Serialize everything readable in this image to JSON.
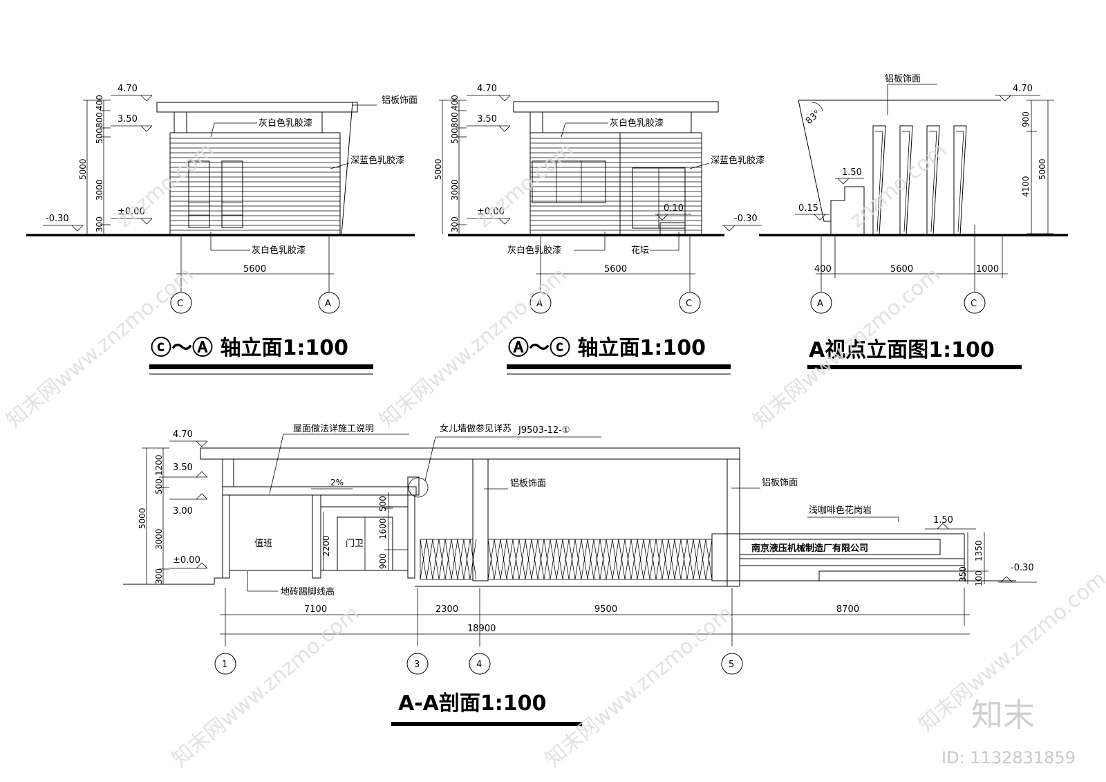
{
  "elev1": {
    "title": "ⓒ～Ⓐ 轴立面1:100",
    "lv_470": "4.70",
    "lv_350": "3.50",
    "lv_000": "±0.00",
    "lv_m030": "-0.30",
    "dim_400": "400",
    "dim_800": "800",
    "dim_500": "500",
    "dim_5000": "5000",
    "dim_3000": "3000",
    "dim_300": "300",
    "note_alu": "铝板饰面",
    "note_gray": "灰白色乳胶漆",
    "note_blue": "深蓝色乳胶漆",
    "note_gray2": "灰白色乳胶漆",
    "width": "5600",
    "axis_left": "C",
    "axis_right": "A"
  },
  "elev2": {
    "title": "Ⓐ～ⓒ 轴立面1:100",
    "lv_470": "4.70",
    "lv_350": "3.50",
    "lv_000": "±0.00",
    "lv_m030": "-0.30",
    "lv_010": "0.10",
    "dim_400": "400",
    "dim_800": "800",
    "dim_500": "500",
    "dim_5000": "5000",
    "dim_3000": "3000",
    "dim_300": "300",
    "note_gray": "灰白色乳胶漆",
    "note_blue": "深蓝色乳胶漆",
    "note_gray2": "灰白色乳胶漆",
    "note_planter": "花坛",
    "width": "5600",
    "axis_left": "A",
    "axis_right": "C"
  },
  "elev3": {
    "title": "A视点立面图1:100",
    "note_alu": "铝板饰面",
    "angle": "83°",
    "lv_470": "4.70",
    "lv_150": "1.50",
    "lv_015": "0.15",
    "dim_900": "900",
    "dim_4100": "4100",
    "dim_5000": "5000",
    "dim_400": "400",
    "dim_5600": "5600",
    "dim_1000": "1000",
    "axis_left": "A",
    "axis_right": "C"
  },
  "section": {
    "title": "A-A剖面1:100",
    "note_roof": "屋面做法详施工说明",
    "note_parapet": "女儿墙做参见详苏",
    "note_parapet_ref": "J9503-12-①",
    "note_alu1": "铝板饰面",
    "note_alu2": "铝板饰面",
    "note_granite": "浅咖啡色花岗岩",
    "note_skirting": "地砖踢脚线高",
    "room_duty": "值班",
    "room_guard": "门卫",
    "company": "南京液压机械制造厂有限公司",
    "slope": "2%",
    "lv_470": "4.70",
    "lv_350": "3.50",
    "lv_300": "3.00",
    "lv_000": "±0.00",
    "lv_150": "1.50",
    "lv_m030": "-0.30",
    "dim_1200": "1200",
    "dim_500": "500",
    "dim_5000": "5000",
    "dim_3000": "3000",
    "dim_300": "300",
    "dim_500b": "500",
    "dim_1600": "1600",
    "dim_900": "900",
    "dim_2200": "2200",
    "dim_1350": "1350",
    "dim_350": "350",
    "dim_100": "100",
    "dim_7100": "7100",
    "dim_2300": "2300",
    "dim_9500": "9500",
    "dim_8700": "8700",
    "dim_total": "18900",
    "axes": [
      "1",
      "3",
      "4",
      "5"
    ]
  },
  "watermark": {
    "site": "znzmo.com",
    "brand": "知末网www.znzmo.com",
    "logo": "知末",
    "id": "ID: 1132831859"
  }
}
